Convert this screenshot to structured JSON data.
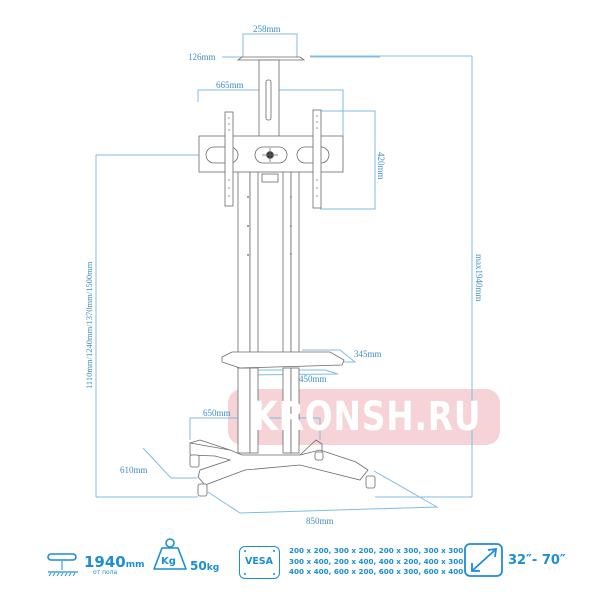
{
  "diagram": {
    "subject": "Mobile TV stand with top shelf, middle shelf and wheeled base",
    "dimensions": {
      "top_shelf_width": "258mm",
      "top_shelf_depth": "126mm",
      "mount_width": "665mm",
      "mount_height": "420mm",
      "max_height": "max1940mm",
      "center_heights": "1110mm/1240mm/1370mm/1500mm",
      "middle_shelf_depth": "345mm",
      "middle_shelf_width": "450mm",
      "base_inner_width": "650mm",
      "base_depth": "610mm",
      "base_width": "850mm"
    },
    "watermark": "KRONSH.RU",
    "colors": {
      "dimension_line": "#7fbde6",
      "dimension_text": "#3f8fc8",
      "drawing_line": "#6a6a6a",
      "feature_blue": "#1b8ed6",
      "watermark_bg": "#f2c8cc"
    }
  },
  "features": {
    "height": {
      "icon": "height-from-floor-icon",
      "value": "1940",
      "unit": "mm",
      "note": "от пола"
    },
    "load": {
      "icon": "weight-kg-icon",
      "icon_label": "Kg",
      "value": "50",
      "unit": "kg"
    },
    "vesa": {
      "icon": "vesa-icon",
      "icon_label": "VESA",
      "lines": [
        "200 x 200, 300 x 200, 200 x 300, 300 x 300",
        "300 x 400, 200 x 400, 400 x 200, 400 x 300",
        "400 x 400, 600 x 200, 600 x 300, 600 x 400"
      ]
    },
    "screen_size": {
      "icon": "diagonal-arrow-icon",
      "value": "32″- 70″"
    }
  }
}
